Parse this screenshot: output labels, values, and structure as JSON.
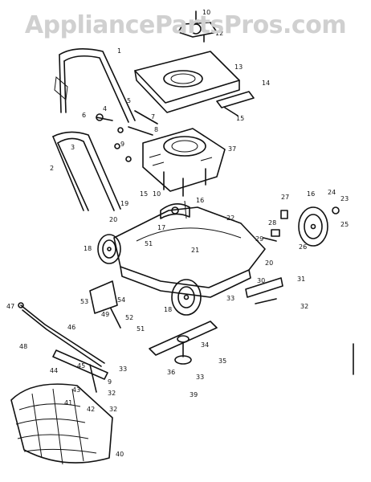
{
  "watermark": "AppliancePartsPros.com",
  "callouts": [
    {
      "id": "c10a",
      "text": "10"
    },
    {
      "id": "c12",
      "text": "12"
    },
    {
      "id": "c13",
      "text": "13"
    },
    {
      "id": "c14",
      "text": "14"
    },
    {
      "id": "c15a",
      "text": "15"
    },
    {
      "id": "c1",
      "text": "1"
    },
    {
      "id": "c2",
      "text": "2"
    },
    {
      "id": "c3",
      "text": "3"
    },
    {
      "id": "c4",
      "text": "4"
    },
    {
      "id": "c5",
      "text": "5"
    },
    {
      "id": "c6",
      "text": "6"
    },
    {
      "id": "c7",
      "text": "7"
    },
    {
      "id": "c8",
      "text": "8"
    },
    {
      "id": "c9",
      "text": "9"
    },
    {
      "id": "c37",
      "text": "37"
    },
    {
      "id": "c19",
      "text": "19"
    },
    {
      "id": "c15b",
      "text": "15"
    },
    {
      "id": "c10b",
      "text": "10"
    },
    {
      "id": "c16a",
      "text": "16"
    },
    {
      "id": "c16b",
      "text": "16"
    },
    {
      "id": "c27",
      "text": "27"
    },
    {
      "id": "c24",
      "text": "24"
    },
    {
      "id": "c23",
      "text": "23"
    },
    {
      "id": "c20a",
      "text": "20"
    },
    {
      "id": "c17",
      "text": "17"
    },
    {
      "id": "c22",
      "text": "22"
    },
    {
      "id": "c28",
      "text": "28"
    },
    {
      "id": "c25",
      "text": "25"
    },
    {
      "id": "c18a",
      "text": "18"
    },
    {
      "id": "c51a",
      "text": "51"
    },
    {
      "id": "c21",
      "text": "21"
    },
    {
      "id": "c29",
      "text": "29"
    },
    {
      "id": "c20b",
      "text": "20"
    },
    {
      "id": "c26",
      "text": "26"
    },
    {
      "id": "c30",
      "text": "30"
    },
    {
      "id": "c31",
      "text": "31"
    },
    {
      "id": "c32a",
      "text": "32"
    },
    {
      "id": "c18b",
      "text": "18"
    },
    {
      "id": "c33a",
      "text": "33"
    },
    {
      "id": "c53",
      "text": "53"
    },
    {
      "id": "c54",
      "text": "54"
    },
    {
      "id": "c49",
      "text": "49"
    },
    {
      "id": "c47",
      "text": "47"
    },
    {
      "id": "c46",
      "text": "46"
    },
    {
      "id": "c52",
      "text": "52"
    },
    {
      "id": "c51b",
      "text": "51"
    },
    {
      "id": "c48",
      "text": "48"
    },
    {
      "id": "c34",
      "text": "34"
    },
    {
      "id": "c35",
      "text": "35"
    },
    {
      "id": "c36",
      "text": "36"
    },
    {
      "id": "c33b",
      "text": "33"
    },
    {
      "id": "c39",
      "text": "39"
    },
    {
      "id": "c44",
      "text": "44"
    },
    {
      "id": "c45",
      "text": "45"
    },
    {
      "id": "c43",
      "text": "43"
    },
    {
      "id": "c42",
      "text": "42"
    },
    {
      "id": "c41",
      "text": "41"
    },
    {
      "id": "c32b",
      "text": "32"
    },
    {
      "id": "c40",
      "text": "40"
    },
    {
      "id": "c32c",
      "text": "32"
    },
    {
      "id": "c33c",
      "text": "33"
    },
    {
      "id": "c9b",
      "text": "9"
    }
  ]
}
